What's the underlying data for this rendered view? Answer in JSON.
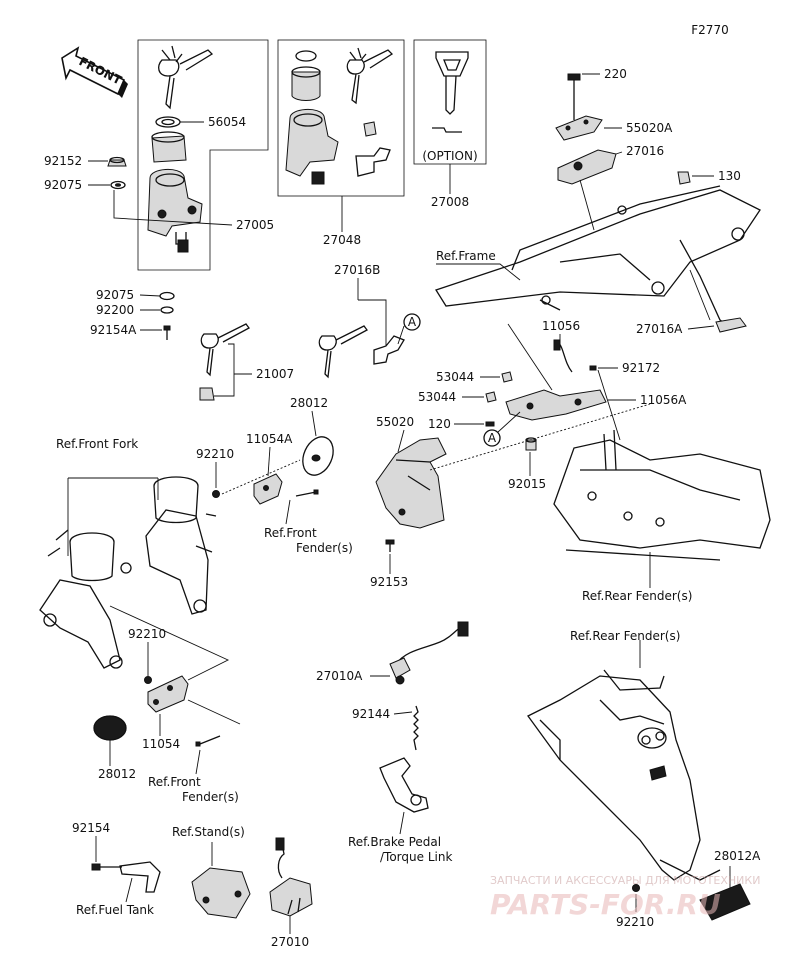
{
  "diagram_code": "F2770",
  "front_arrow": "FRONT",
  "option_label": "(OPTION)",
  "parts": {
    "p56054": "56054",
    "p92152": "92152",
    "p92075a": "92075",
    "p27005": "27005",
    "p92075b": "92075",
    "p92200": "92200",
    "p92154A": "92154A",
    "p27048": "27048",
    "p27008": "27008",
    "p220": "220",
    "p55020A": "55020A",
    "p27016": "27016",
    "p130": "130",
    "p27016A": "27016A",
    "p27016B": "27016B",
    "p21007": "21007",
    "p28012a": "28012",
    "p11054A": "11054A",
    "p92210a": "92210",
    "p11056": "11056",
    "p92172": "92172",
    "p53044a": "53044",
    "p53044b": "53044",
    "p11056A": "11056A",
    "p120": "120",
    "p55020": "55020",
    "p92015": "92015",
    "p92153": "92153",
    "p92210b": "92210",
    "p11054": "11054",
    "p28012b": "28012",
    "p27010A": "27010A",
    "p92144": "92144",
    "p92154": "92154",
    "p27010": "27010",
    "p28012A": "28012A",
    "p92210c": "92210"
  },
  "refs": {
    "frame": "Ref.Frame",
    "front_fork": "Ref.Front Fork",
    "front_fender_1": [
      "Ref.Front",
      "Fender(s)"
    ],
    "front_fender_2": [
      "Ref.Front",
      "Fender(s)"
    ],
    "rear_fender_1": "Ref.Rear Fender(s)",
    "rear_fender_2": "Ref.Rear Fender(s)",
    "brake_pedal": [
      "Ref.Brake Pedal",
      "/Torque Link"
    ],
    "stand": "Ref.Stand(s)",
    "fuel_tank": "Ref.Fuel Tank"
  },
  "markers": {
    "a1": "A",
    "a2": "A"
  },
  "watermark": {
    "line1": "ЗАПЧАСТИ И АКСЕССУАРЫ ДЛЯ МОТОТЕХНИКИ",
    "line2": "PARTS-FOR.RU"
  }
}
